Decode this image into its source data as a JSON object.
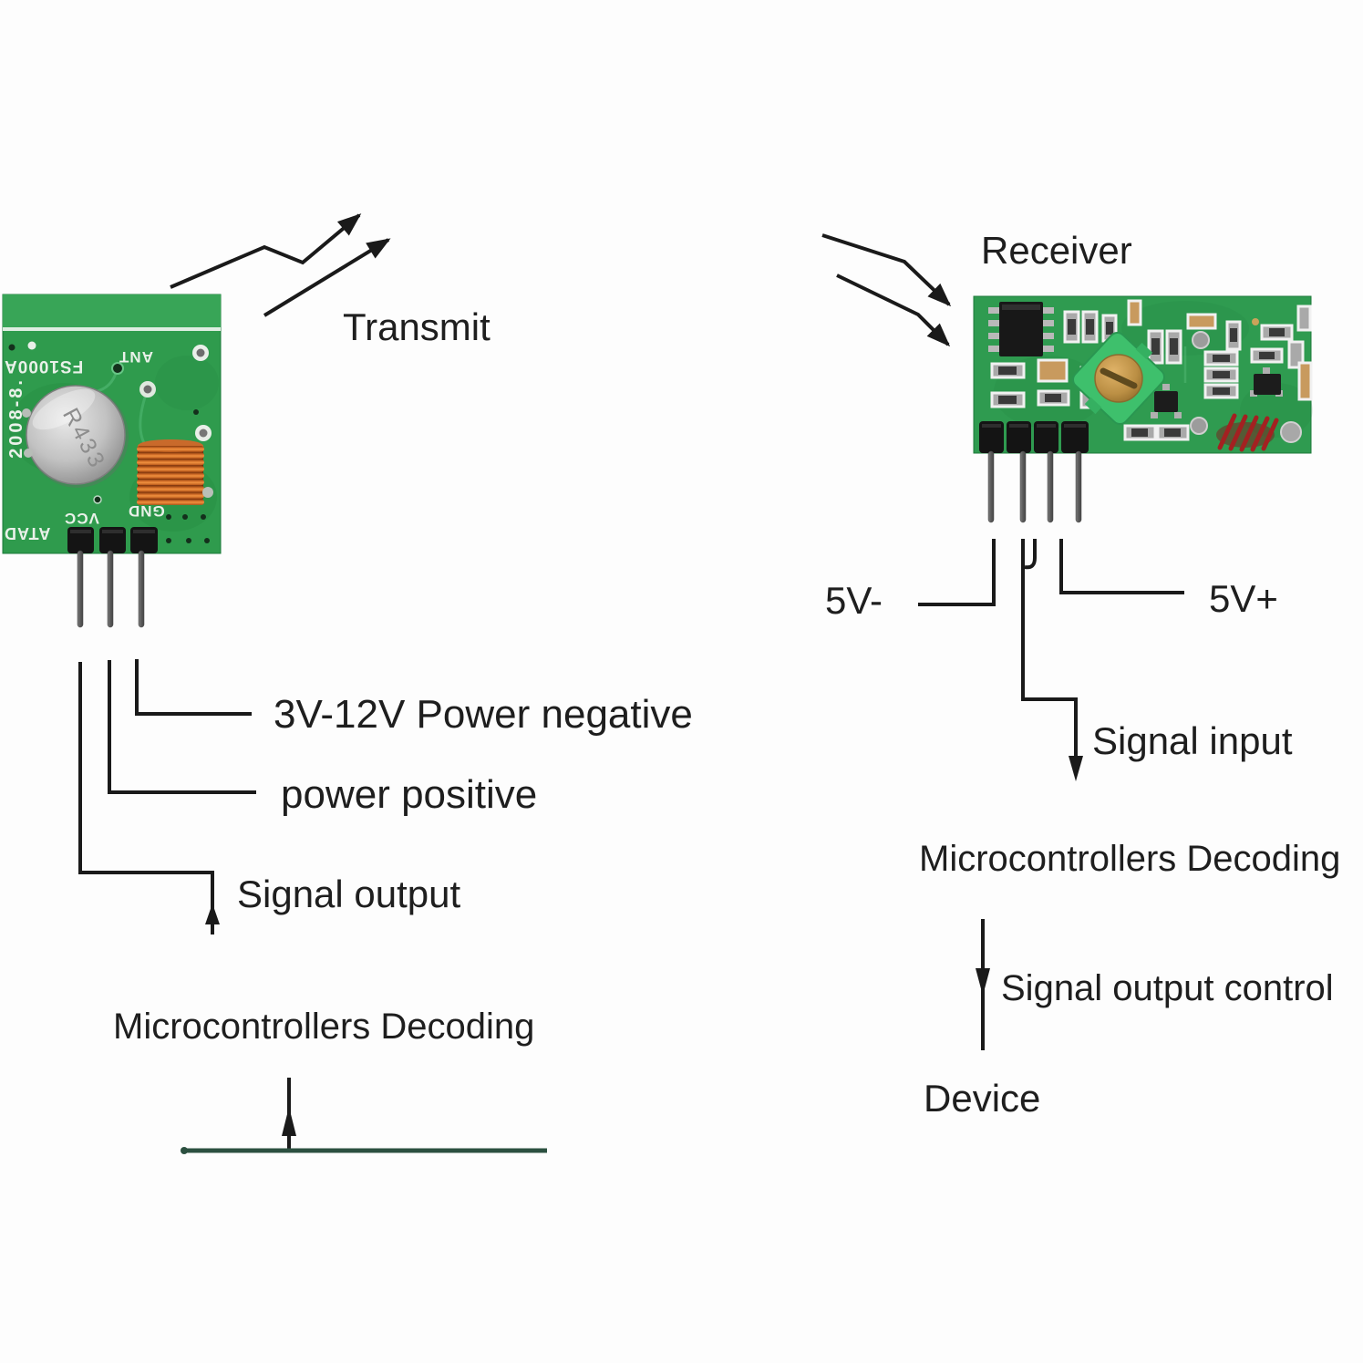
{
  "transmitter": {
    "transmit_label": "Transmit",
    "board_silkscreen": {
      "model": "FS1000A",
      "date_code": "2008-8.",
      "ant": "ANT",
      "vcc": "VCC",
      "gnd": "GND",
      "data_pin": "ATAD",
      "resonator": "R433"
    },
    "pin_labels": {
      "power_negative": "3V-12V Power negative",
      "power_positive": "power positive",
      "signal_output": "Signal output"
    },
    "decoder_label": "Microcontrollers Decoding"
  },
  "receiver": {
    "title": "Receiver",
    "pin_labels": {
      "power_negative": "5V-",
      "power_positive": "5V+",
      "signal_input": "Signal input"
    },
    "decoder_label": "Microcontrollers Decoding",
    "signal_output_label": "Signal output control",
    "device_label": "Device"
  },
  "colors": {
    "tx_pcb_green": "#2f9b4d",
    "rx_pcb_green": "#2f9b50",
    "pcb_top_strip": "#38a557",
    "silkscreen_white": "#e9f1e9",
    "copper_coil": "#d4702a",
    "rx_coil_red": "#a32121",
    "trimmer_green": "#3ec06c",
    "wire_black": "#1a1a1a",
    "ground_line_green": "#2c5040",
    "pin_gray": "#606060",
    "header_black": "#141414",
    "resonator_silver": "#c2c2c2"
  }
}
